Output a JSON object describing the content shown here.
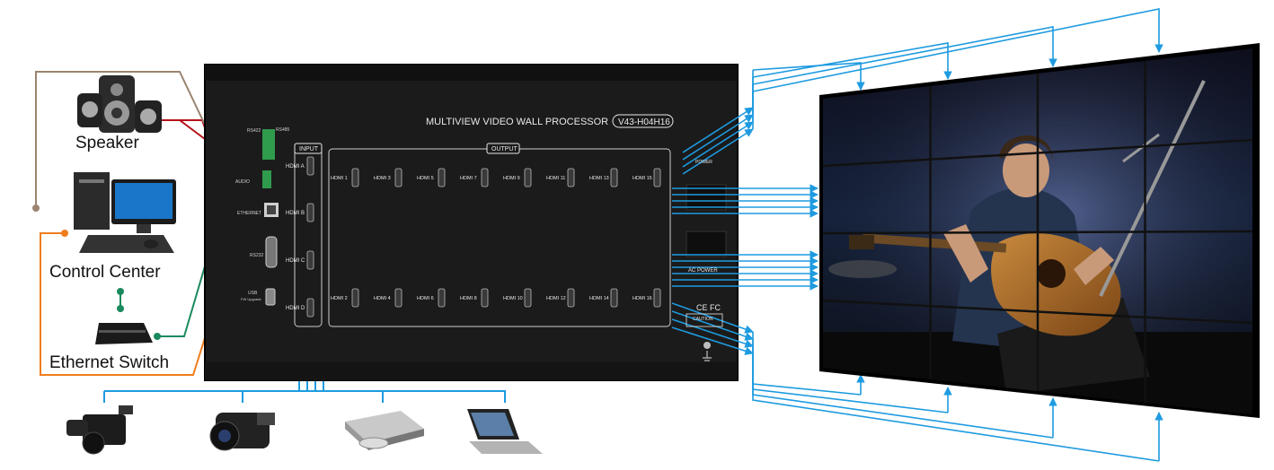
{
  "devices": {
    "speaker": {
      "label": "Speaker",
      "icon": "speaker-icon"
    },
    "control_center": {
      "label": "Control Center",
      "icon": "computer-icon"
    },
    "ethernet_switch": {
      "label": "Ethernet Switch",
      "icon": "router-icon"
    },
    "sources": [
      {
        "icon": "camcorder-icon"
      },
      {
        "icon": "handycam-icon"
      },
      {
        "icon": "dvd-player-icon"
      },
      {
        "icon": "laptop-icon"
      }
    ]
  },
  "processor": {
    "title": "MULTIVIEW VIDEO WALL PROCESSOR",
    "model": "V43-H04H16",
    "input_group": "INPUT",
    "output_group": "OUTPUT",
    "inputs": [
      "HDMI A",
      "HDMI B",
      "HDMI C",
      "HDMI D"
    ],
    "outputs_top": [
      "HDMI 1",
      "HDMI 3",
      "HDMI 5",
      "HDMI 7",
      "HDMI 9",
      "HDMI 11",
      "HDMI 13",
      "HDMI 15"
    ],
    "outputs_bottom": [
      "HDMI 2",
      "HDMI 4",
      "HDMI 6",
      "HDMI 8",
      "HDMI 10",
      "HDMI 12",
      "HDMI 14",
      "HDMI 16"
    ],
    "port_labels": {
      "rs422": "RS422",
      "rs485": "RS485",
      "audio": "AUDIO",
      "ethernet": "ETHERNET",
      "rs232": "RS232",
      "usb": "USB",
      "usb_sub": "FW Upgrade",
      "power1": "POWER",
      "power2": "AC POWER",
      "caution": "CAUTION",
      "ce": "CE FC"
    }
  },
  "colors": {
    "signal": "#1e9be0",
    "speaker_line": "#b5121b",
    "control_line": "#9b8470",
    "ethernet_line": "#1a8a5e",
    "orange_line": "#ee7d1c",
    "panel": "#1b1b1b"
  },
  "video_wall": {
    "rows": 4,
    "cols": 4
  }
}
